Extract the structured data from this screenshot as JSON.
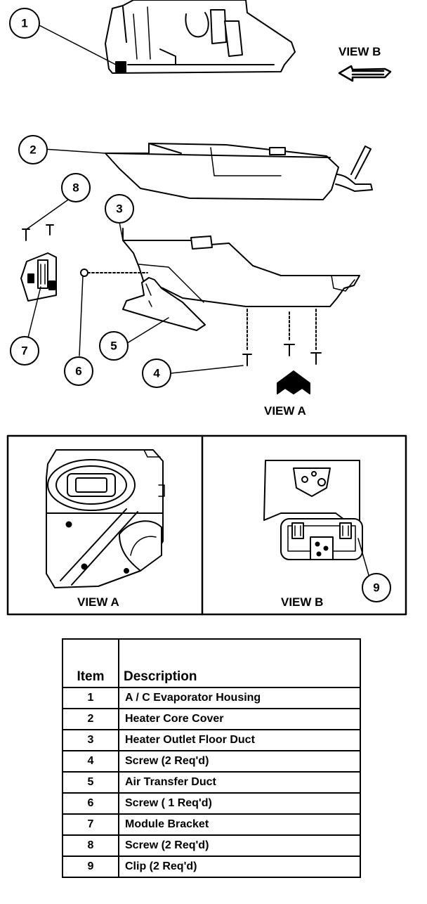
{
  "callouts": [
    "1",
    "2",
    "3",
    "4",
    "5",
    "6",
    "7",
    "8",
    "9"
  ],
  "views": {
    "top_view_b": "VIEW B",
    "top_view_a": "VIEW A",
    "panel_a": "VIEW A",
    "panel_b": "VIEW B"
  },
  "table": {
    "headers": {
      "item": "Item",
      "description": "Description"
    },
    "rows": [
      {
        "item": "1",
        "description": "A / C Evaporator Housing"
      },
      {
        "item": "2",
        "description": "Heater Core Cover"
      },
      {
        "item": "3",
        "description": "Heater Outlet Floor Duct"
      },
      {
        "item": "4",
        "description": "Screw (2 Req'd)"
      },
      {
        "item": "5",
        "description": "Air Transfer Duct"
      },
      {
        "item": "6",
        "description": "Screw ( 1 Req'd)"
      },
      {
        "item": "7",
        "description": "Module Bracket"
      },
      {
        "item": "8",
        "description": "Screw (2 Req'd)"
      },
      {
        "item": "9",
        "description": "Clip (2 Req'd)"
      }
    ]
  }
}
